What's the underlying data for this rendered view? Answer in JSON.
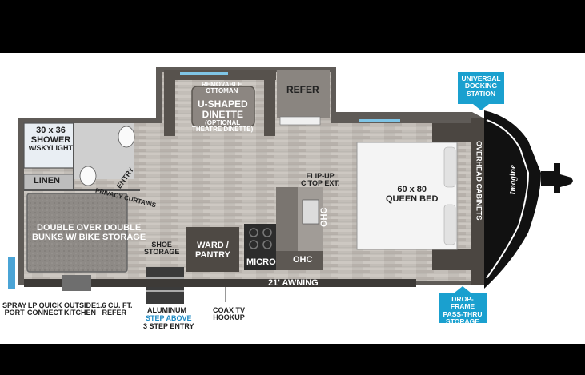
{
  "labels": {
    "shower": [
      "30 x 36",
      "SHOWER",
      "w/SKYLIGHT"
    ],
    "linen": "LINEN",
    "entry": "ENTRY",
    "privacy": "PRIVACY CURTAINS",
    "bunks": [
      "DOUBLE OVER DOUBLE",
      "BUNKS W/ BIKE STORAGE"
    ],
    "ottoman": [
      "REMOVABLE",
      "OTTOMAN"
    ],
    "dinette": [
      "U-SHAPED",
      "DINETTE"
    ],
    "dinette_note": [
      "(OPTIONAL",
      "THEATRE DINETTE)"
    ],
    "refer_top": "REFER",
    "flipup": [
      "FLIP-UP",
      "C'TOP EXT."
    ],
    "ohc_v": "OHC",
    "ohc_h": "OHC",
    "micro": "MICRO",
    "ward": [
      "WARD /",
      "PANTRY"
    ],
    "shoe": [
      "SHOE",
      "STORAGE"
    ],
    "bed": [
      "60 x 80",
      "QUEEN BED"
    ],
    "overhead": "OVERHEAD CABINETS",
    "brand": "Imagine",
    "awning": "21' AWNING",
    "spray": [
      "SPRAY",
      "PORT"
    ],
    "lp": [
      "LP QUICK",
      "CONNECT"
    ],
    "outside_kitchen": [
      "OUTSIDE",
      "KITCHEN"
    ],
    "refer_bottom": [
      "1.6 CU. FT.",
      "REFER"
    ],
    "aluminum": [
      "ALUMINUM"
    ],
    "step_above": "STEP ABOVE",
    "step_entry": "3 STEP ENTRY",
    "coax": [
      "COAX TV",
      "HOOKUP"
    ],
    "universal": [
      "UNIVERSAL",
      "DOCKING",
      "STATION"
    ],
    "dropframe": [
      "DROP-FRAME",
      "PASS-THRU",
      "STORAGE"
    ]
  },
  "colors": {
    "accent": "#1aa0cf",
    "floor": "#bdb8b2",
    "cabinet": "#4a4540",
    "wall": "#6b6762"
  }
}
